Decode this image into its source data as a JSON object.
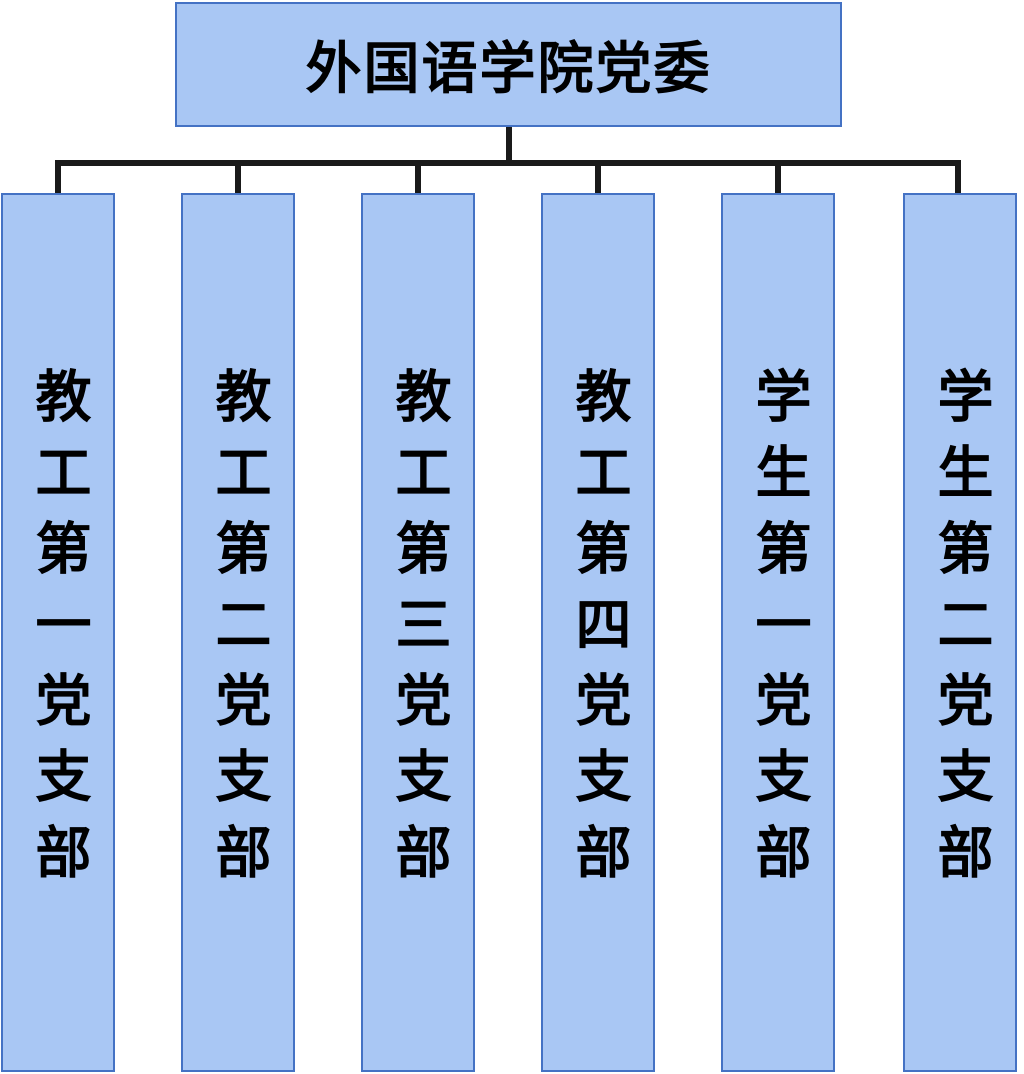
{
  "colors": {
    "box_fill": "#a9c7f4",
    "box_border": "#4472c4",
    "connector": "#1a1a1a"
  },
  "root": {
    "label": "外国语学院党委"
  },
  "branches": [
    {
      "label": "教工第一党支部"
    },
    {
      "label": "教工第二党支部"
    },
    {
      "label": "教工第三党支部"
    },
    {
      "label": "教工第四党支部"
    },
    {
      "label": "学生第一党支部"
    },
    {
      "label": "学生第二党支部"
    }
  ]
}
